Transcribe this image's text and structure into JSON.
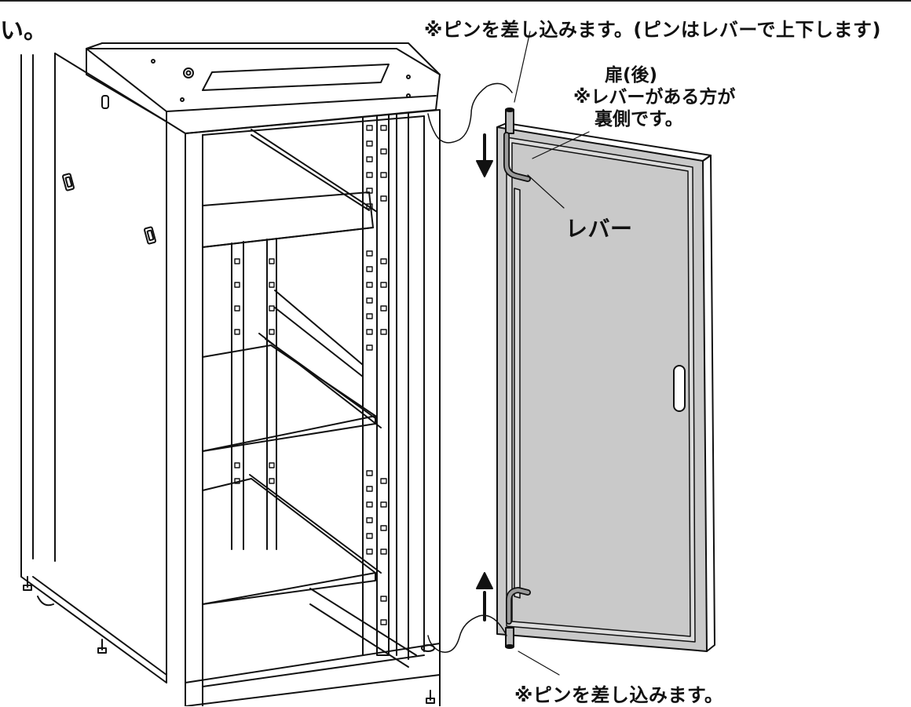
{
  "texts": {
    "heading_fragment": "い。",
    "pin_insert_top": "※ピンを差し込みます。(ピンはレバーで上下します)",
    "door_title": "扉(後)",
    "door_note_line1": "※レバーがある方が",
    "door_note_line2": "裏側です。",
    "lever": "レバー",
    "pin_insert_bottom": "※ピンを差し込みます。"
  },
  "colors": {
    "ink": "#111111",
    "door_fill": "#c9c9c9",
    "door_frame": "#dcdcdc",
    "page": "#ffffff"
  }
}
